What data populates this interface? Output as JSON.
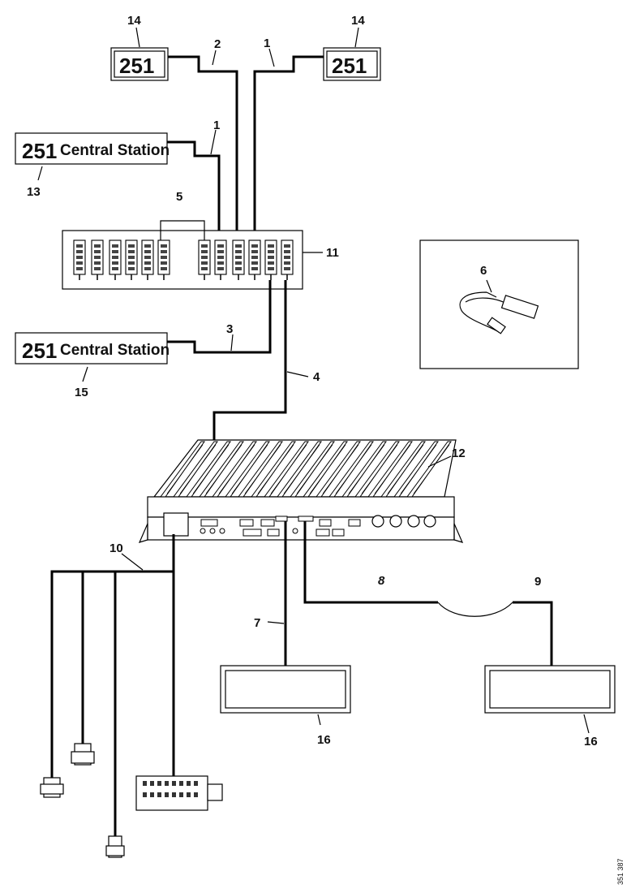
{
  "devices": {
    "logo_text": "251",
    "central_station_1": "Central Station",
    "central_station_2": "Central Station"
  },
  "callouts": {
    "c14_left": "14",
    "c14_right": "14",
    "c2": "2",
    "c1_top": "1",
    "c1_mid": "1",
    "c13": "13",
    "c5": "5",
    "c11": "11",
    "c6": "6",
    "c3": "3",
    "c15": "15",
    "c4": "4",
    "c12": "12",
    "c10": "10",
    "c8": "8",
    "c9": "9",
    "c7": "7",
    "c16_left": "16",
    "c16_right": "16"
  },
  "figure_id": "351 387"
}
